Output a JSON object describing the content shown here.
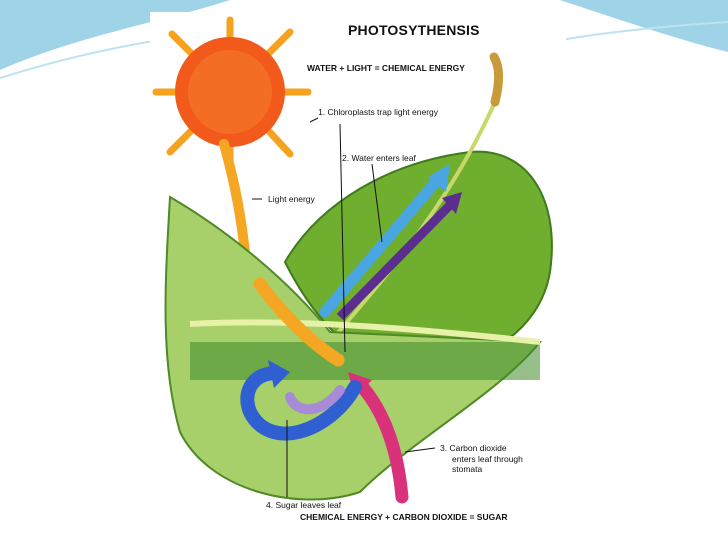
{
  "diagram": {
    "title": "PHOTOSYTHENSIS",
    "equation_top": "WATER + LIGHT = CHEMICAL ENERGY",
    "equation_bottom": "CHEMICAL ENERGY + CARBON DIOXIDE = SUGAR",
    "labels": {
      "light_energy": "Light energy",
      "step1": "1.  Chloroplasts trap light energy",
      "step2": "2.  Water enters leaf",
      "step3_line1": "3.  Carbon dioxide",
      "step3_line2": "enters leaf through",
      "step3_line3": "stomata",
      "step4": "4.  Sugar leaves leaf"
    }
  },
  "colors": {
    "slide_wave": "#9fd3e8",
    "sun": "#f25a1c",
    "sun_rays": "#f7a21f",
    "leaf": "#6fae2f",
    "arrow_water": "#4aa6e0",
    "arrow_purple": "#5b2d91",
    "arrow_co2": "#d9327a",
    "arrow_sugar": "#2f5fd0"
  }
}
